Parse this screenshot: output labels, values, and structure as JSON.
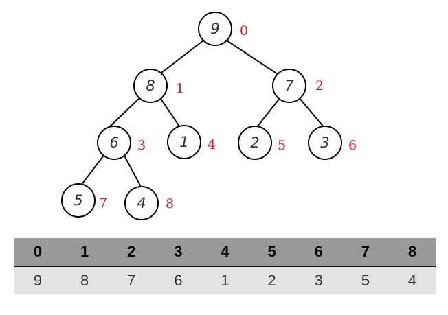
{
  "heap": {
    "nodes": [
      {
        "value": "9",
        "index": "0"
      },
      {
        "value": "8",
        "index": "1"
      },
      {
        "value": "7",
        "index": "2"
      },
      {
        "value": "6",
        "index": "3"
      },
      {
        "value": "1",
        "index": "4"
      },
      {
        "value": "2",
        "index": "5"
      },
      {
        "value": "3",
        "index": "6"
      },
      {
        "value": "5",
        "index": "7"
      },
      {
        "value": "4",
        "index": "8"
      }
    ]
  },
  "table": {
    "headers": [
      "0",
      "1",
      "2",
      "3",
      "4",
      "5",
      "6",
      "7",
      "8"
    ],
    "values": [
      "9",
      "8",
      "7",
      "6",
      "1",
      "2",
      "3",
      "5",
      "4"
    ]
  },
  "colors": {
    "index_label": "#e0141e",
    "header_bg": "#999999",
    "row_bg": "#e3e3e3"
  }
}
